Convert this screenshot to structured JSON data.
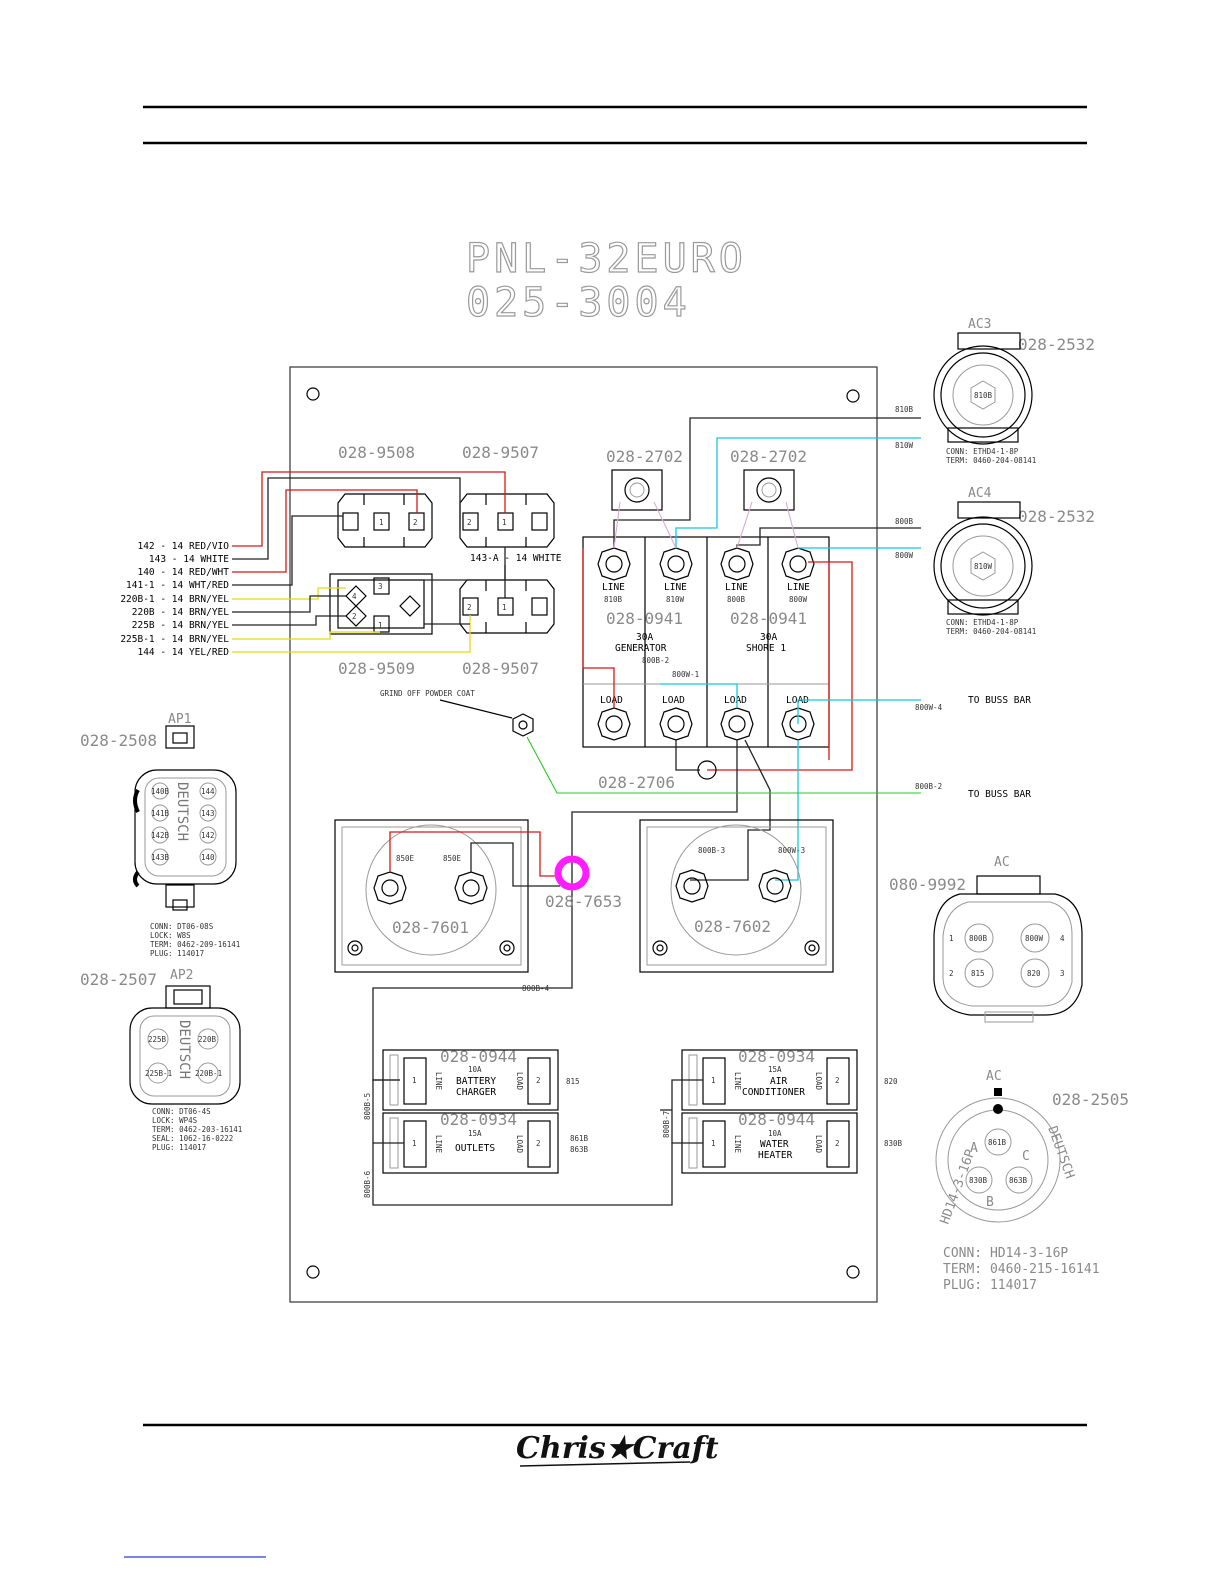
{
  "panel": {
    "title": "PNL-32EURO",
    "part_number": "025-3004"
  },
  "breakers": {
    "b9508": "028-9508",
    "b9507a": "028-9507",
    "b9509": "028-9509",
    "b9507b": "028-9507",
    "br2702a": "028-2702",
    "br2702b": "028-2702",
    "gen_main": {
      "part": "028-0941",
      "rating": "30A",
      "name": "GENERATOR"
    },
    "shore_main": {
      "part": "028-0941",
      "rating": "30A",
      "name": "SHORE 1"
    },
    "bat_charger": {
      "part": "028-0944",
      "rating": "10A",
      "name1": "BATTERY",
      "name2": "CHARGER"
    },
    "outlets": {
      "part": "028-0934",
      "rating": "15A",
      "name": "OUTLETS"
    },
    "air_cond": {
      "part": "028-0934",
      "rating": "15A",
      "name1": "AIR",
      "name2": "CONDITIONER"
    },
    "water_heater": {
      "part": "028-0944",
      "rating": "10A",
      "name1": "WATER",
      "name2": "HEATER"
    }
  },
  "terminals": {
    "line": "LINE",
    "load": "LOAD",
    "l810b": "810B",
    "l810w": "810W",
    "l800b": "800B",
    "l800w": "800W",
    "one": "1",
    "two": "2",
    "three": "3",
    "four": "4",
    "letter_a": "A"
  },
  "meters": {
    "m7601": "028-7601",
    "m7602": "028-7602",
    "m7653": "028-7653",
    "m2706": "028-2706",
    "w850e_a": "850E",
    "w850e_b": "850E",
    "w800b3": "800B-3",
    "w800w3": "800W-3"
  },
  "wires": {
    "left": [
      "142 - 14 RED/VIO",
      "143 - 14 WHITE",
      "140 - 14 RED/WHT",
      "141-1 - 14 WHT/RED",
      "220B-1 - 14 BRN/YEL",
      "220B - 14 BRN/YEL",
      "225B - 14 BRN/YEL",
      "225B-1 - 14 BRN/YEL",
      "144 - 14 YEL/RED"
    ],
    "w143a": "143-A - 14 WHITE",
    "grind": "GRIND OFF POWDER COAT",
    "w800b2": "800B-2",
    "w800w1": "800W-1",
    "w800w4": "800W-4",
    "w800b2b": "800B-2",
    "to_buss_1": "TO BUSS BAR",
    "to_buss_2": "TO BUSS BAR",
    "w810b": "810B",
    "w810w": "810W",
    "w800b": "800B",
    "w800w": "800W",
    "w800b4": "800B-4",
    "w800b5": "800B-5",
    "w800b6": "800B-6",
    "w800b7": "800B-7",
    "w815": "815",
    "w861b": "861B",
    "w863b": "863B",
    "w820": "820",
    "w830b": "830B"
  },
  "connectors": {
    "ac3": {
      "tag": "AC3",
      "part": "028-2532",
      "pin": "810B",
      "conn": "CONN: ETHD4-1-8P",
      "term": "TERM: 0460-204-08141"
    },
    "ac4": {
      "tag": "AC4",
      "part": "028-2532",
      "pin": "810W",
      "conn": "CONN: ETHD4-1-8P",
      "term": "TERM: 0460-204-08141"
    },
    "ap1": {
      "tag": "AP1",
      "part": "028-2508",
      "brand": "DEUTSCH",
      "pins_left": [
        "140B",
        "141B",
        "142B",
        "143B"
      ],
      "pins_right": [
        "144",
        "143",
        "142",
        "140"
      ],
      "conn": "CONN: DT06-08S",
      "lock": "LOCK: W8S",
      "term": "TERM: 0462-209-16141",
      "plug": "PLUG: 114017"
    },
    "ap2": {
      "tag": "AP2",
      "part": "028-2507",
      "brand": "DEUTSCH",
      "pins": [
        "225B",
        "220B",
        "225B-1",
        "220B-1"
      ],
      "conn": "CONN: DT06-4S",
      "lock": "LOCK: WP4S",
      "term": "TERM: 0462-203-16141",
      "seal": "SEAL: 1062-16-0222",
      "plug": "PLUG: 114017"
    },
    "ac_9992": {
      "tag": "AC",
      "part": "080-9992",
      "pins": [
        "800B",
        "800W",
        "815",
        "820"
      ],
      "nums": [
        "1",
        "4",
        "2",
        "3"
      ]
    },
    "ac_2505": {
      "tag": "AC",
      "part": "028-2505",
      "brand": "DEUTSCH",
      "side": "HD14-3-16P",
      "pins": [
        "861B",
        "830B",
        "863B"
      ],
      "letters": [
        "A",
        "B",
        "C"
      ],
      "conn": "CONN: HD14-3-16P",
      "term": "TERM: 0460-215-16141",
      "plug": "PLUG: 114017"
    }
  },
  "brand": {
    "logo_text": "Chris★Craft"
  }
}
